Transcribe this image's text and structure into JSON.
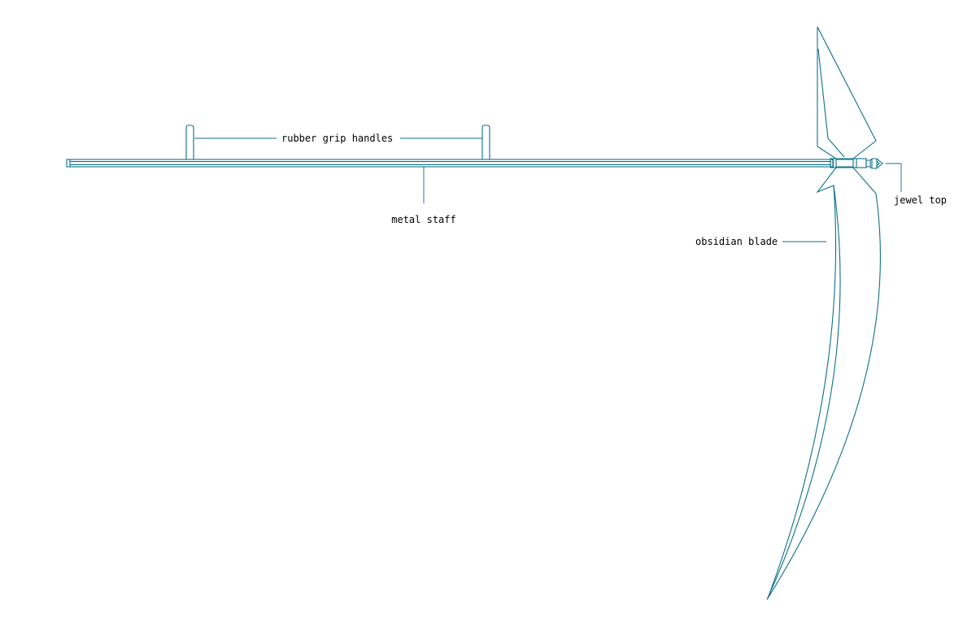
{
  "diagram": {
    "line_color": "#0d7189",
    "text_color": "#000000",
    "background": "#ffffff",
    "labels": {
      "grip_handles": "rubber grip handles",
      "staff": "metal staff",
      "jewel": "jewel top",
      "blade": "obsidian blade"
    }
  }
}
